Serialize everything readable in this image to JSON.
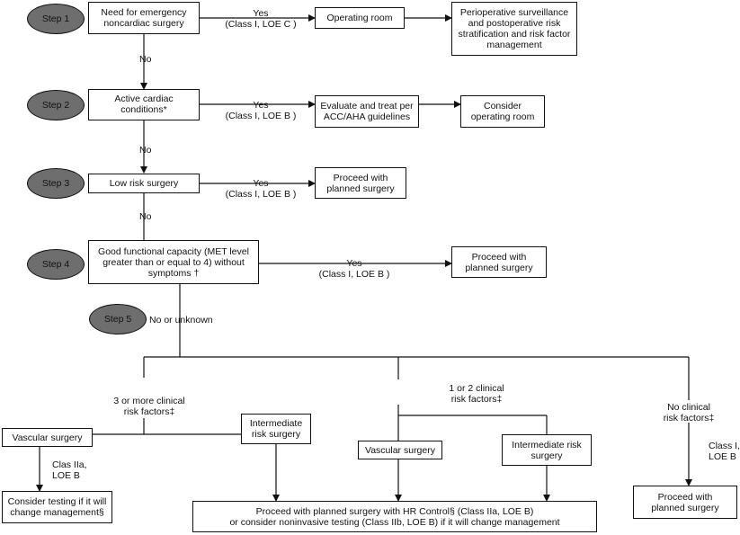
{
  "colors": {
    "step_oval_fill": "#6e6e6e",
    "stroke": "#111111",
    "background": "#ffffff"
  },
  "steps": {
    "s1": "Step 1",
    "s2": "Step 2",
    "s3": "Step 3",
    "s4": "Step 4",
    "s5": "Step 5"
  },
  "boxes": {
    "emergency": "Need for emergency\nnoncardiac surgery",
    "or1": "Operating room",
    "periop": "Perioperative surveillance\nand postoperative risk\nstratification and risk factor\nmanagement",
    "active": "Active cardiac\nconditions*",
    "evaluate": "Evaluate and treat per\nACC/AHA guidelines",
    "consider_or": "Consider\noperating room",
    "lowrisk": "Low risk surgery",
    "proceed3": "Proceed with\nplanned surgery",
    "functional": "Good functional capacity (MET level\ngreater than or equal to 4) without\nsymptoms †",
    "proceed4": "Proceed with\nplanned surgery",
    "vascular_left": "Vascular surgery",
    "intermediate_left": "Intermediate\nrisk surgery",
    "consider_testing": "Consider testing if it will\nchange management§",
    "vascular_mid": "Vascular surgery",
    "intermediate_mid": "Intermediate risk\nsurgery",
    "hr_control": "Proceed with planned surgery with HR Control§ (Class IIa, LOE B)\nor consider noninvasive testing (Class IIb, LOE B) if it will change management",
    "proceed_noclin": "Proceed with\nplanned surgery"
  },
  "labels": {
    "yes1": "Yes\n(Class I, LOE C )",
    "no1": "No",
    "yes2": "Yes\n(Class I, LOE B )",
    "no2": "No",
    "yes3": "Yes\n(Class I, LOE B )",
    "no3": "No",
    "yes4": "Yes\n(Class I, LOE B )",
    "no_unknown": "No or unknown",
    "three_more": "3 or more clinical\nrisk factors‡",
    "one_two": "1 or 2 clinical\nrisk factors‡",
    "no_clinical": "No clinical\nrisk factors‡",
    "class_iia": "Clas IIa,\nLOE B",
    "class_i": "Class I,\nLOE B"
  }
}
